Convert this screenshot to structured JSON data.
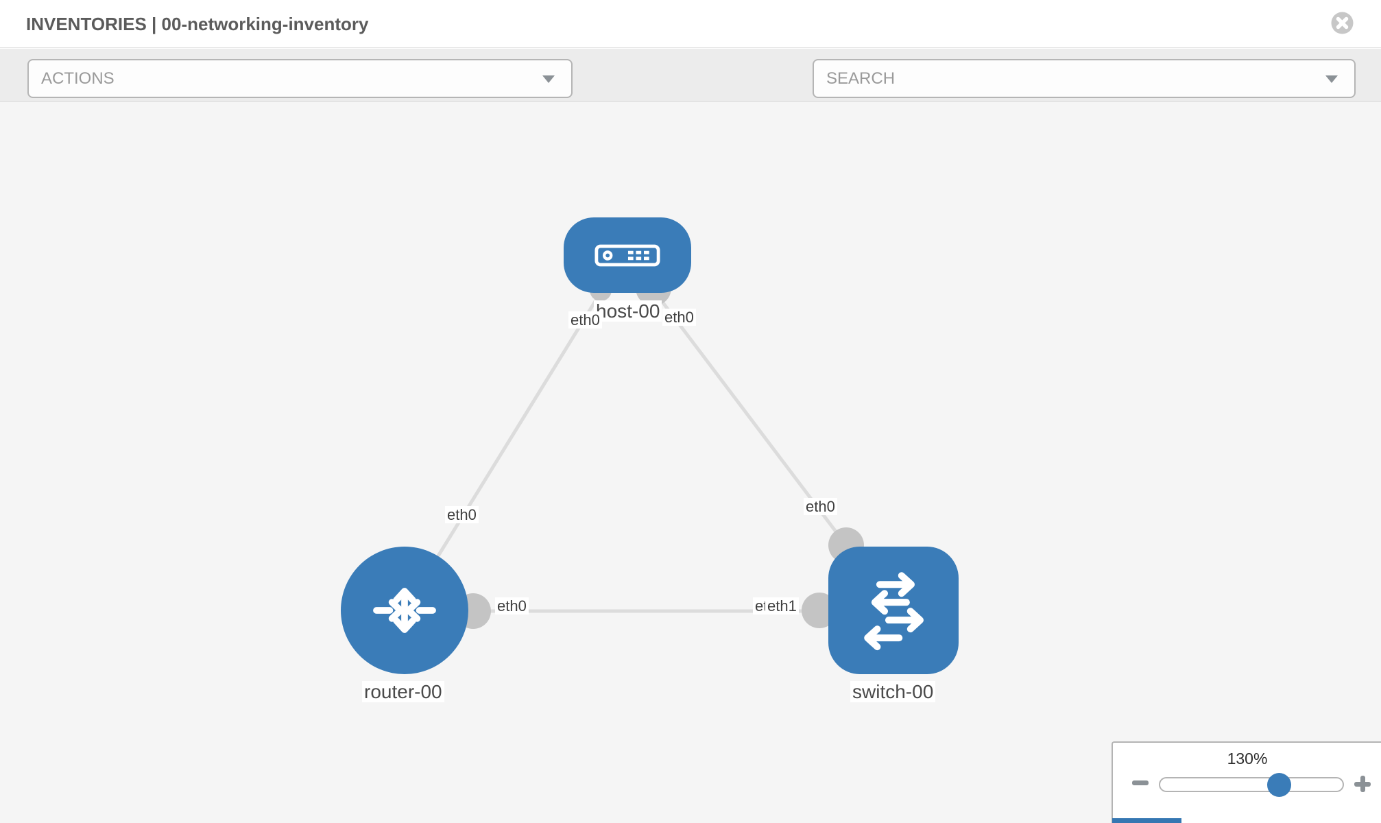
{
  "header": {
    "breadcrumb_section": "INVENTORIES",
    "breadcrumb_separator": "|",
    "inventory_name": "00-networking-inventory",
    "close_icon": "circle-x-icon"
  },
  "toolbar": {
    "actions_dropdown": {
      "value": "ACTIONS",
      "caret_icon": "chevron-down-icon"
    },
    "tools": [
      {
        "name": "wrench-icon"
      },
      {
        "name": "key-icon"
      }
    ],
    "search_dropdown": {
      "placeholder": "SEARCH",
      "caret_icon": "chevron-down-icon"
    }
  },
  "canvas": {
    "nodes": [
      {
        "id": "host-00",
        "label": "host-00",
        "type": "host",
        "shape": "rounded-rect",
        "icon": "host-icon"
      },
      {
        "id": "router-00",
        "label": "router-00",
        "type": "router",
        "shape": "circle",
        "icon": "router-icon"
      },
      {
        "id": "switch-00",
        "label": "switch-00",
        "type": "switch",
        "shape": "rounded-square",
        "icon": "switch-icon"
      }
    ],
    "links": [
      {
        "source": "host-00",
        "target": "router-00",
        "source_interface": "eth0",
        "target_interface": "eth0"
      },
      {
        "source": "host-00",
        "target": "switch-00",
        "source_interface": "eth0",
        "target_interface": "eth0"
      },
      {
        "source": "router-00",
        "target": "switch-00",
        "source_interface": "eth0",
        "target_interface": "eth1",
        "target_interface_behind": "eth0"
      }
    ]
  },
  "zoom_control": {
    "level": "130%",
    "slider_percent": 64,
    "zoom_out_icon": "minus-icon",
    "zoom_in_icon": "plus-icon"
  },
  "colors": {
    "node_blue": "#3a7cb8",
    "link_gray": "#dcdcdc",
    "interface_dot_gray": "#c4c4c4",
    "icon_gray": "#848c94",
    "toolbar_gray": "#ececec",
    "canvas_gray": "#f5f5f5"
  }
}
